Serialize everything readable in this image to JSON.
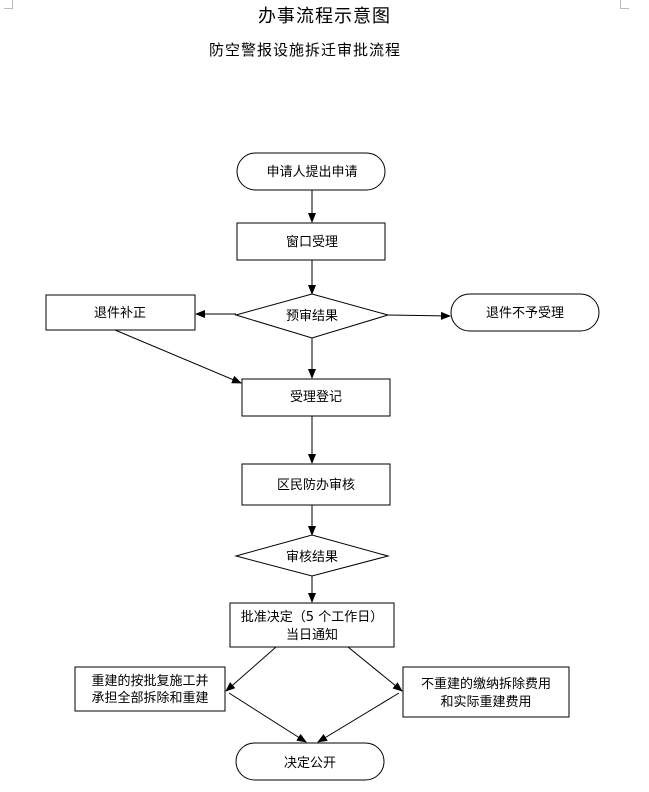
{
  "header": {
    "title": "办事流程示意图",
    "subtitle": "防空警报设施拆迁审批流程"
  },
  "nodes": {
    "apply": "申请人提出申请",
    "accept_window": "窗口受理",
    "pre_review": "预审结果",
    "return_fix": "退件补正",
    "reject": "退件不予受理",
    "register": "受理登记",
    "district_review": "区民防办审核",
    "review_result": "审核结果",
    "decision_line1": "批准决定（5 个工作日）",
    "decision_line2": "当日通知",
    "rebuild_line1": "重建的按批复施工并",
    "rebuild_line2": "承担全部拆除和重建",
    "norebuild_line1": "不重建的缴纳拆除费用",
    "norebuild_line2": "和实际重建费用",
    "publish": "决定公开"
  }
}
